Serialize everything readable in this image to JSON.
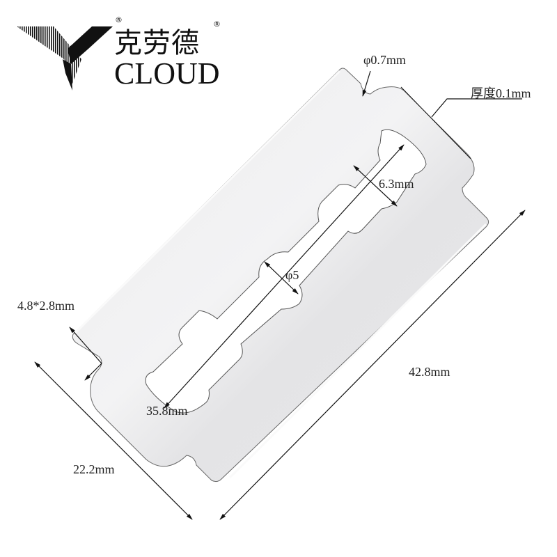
{
  "brand": {
    "name_cn": "克劳德",
    "name_en": "CLOUD",
    "registered_mark": "®"
  },
  "dimensions": {
    "hole_diameter": "φ0.7mm",
    "thickness": "厚度0.1mm",
    "slot_width": "6.3mm",
    "center_hole": "φ5",
    "notch_size": "4.8*2.8mm",
    "slot_length": "35.8mm",
    "blade_width": "22.2mm",
    "blade_length": "42.8mm"
  },
  "colors": {
    "blade_fill": "#e6e6e8",
    "blade_highlight": "#f4f4f5",
    "blade_edge": "#555555",
    "dimension_line": "#111111",
    "text": "#222222"
  }
}
